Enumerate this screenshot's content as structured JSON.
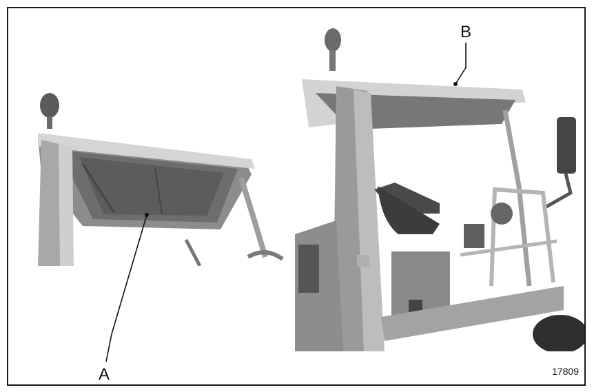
{
  "callouts": {
    "a": "A",
    "b": "B"
  },
  "figure_number": "17809",
  "colors": {
    "frame": "#1a1a1a",
    "photo_gray": "#9a9a9a",
    "photo_dark": "#4a4a4a",
    "text": "#111111"
  }
}
